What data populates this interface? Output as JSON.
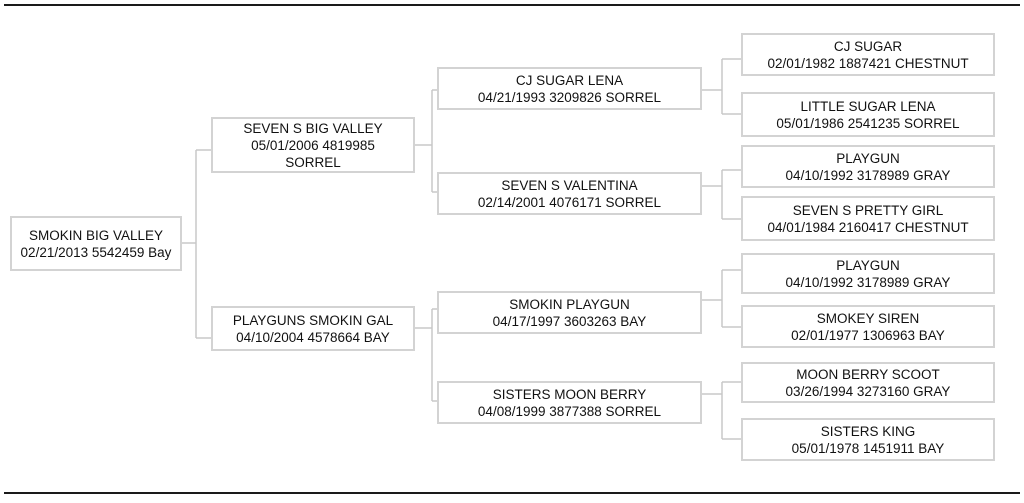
{
  "pedigree": {
    "subject": {
      "name": "SMOKIN BIG VALLEY",
      "info": "02/21/2013 5542459 Bay"
    },
    "sire": {
      "name": "SEVEN S BIG VALLEY",
      "info": "05/01/2006 4819985",
      "color": "SORREL"
    },
    "dam": {
      "name": "PLAYGUNS SMOKIN GAL",
      "info": "04/10/2004 4578664 BAY"
    },
    "sire_sire": {
      "name": "CJ SUGAR LENA",
      "info": "04/21/1993 3209826 SORREL"
    },
    "sire_dam": {
      "name": "SEVEN S VALENTINA",
      "info": "02/14/2001 4076171 SORREL"
    },
    "dam_sire": {
      "name": "SMOKIN PLAYGUN",
      "info": "04/17/1997 3603263 BAY"
    },
    "dam_dam": {
      "name": "SISTERS MOON BERRY",
      "info": "04/08/1999 3877388 SORREL"
    },
    "ss_sire": {
      "name": "CJ SUGAR",
      "info": "02/01/1982 1887421 CHESTNUT"
    },
    "ss_dam": {
      "name": "LITTLE SUGAR LENA",
      "info": "05/01/1986 2541235 SORREL"
    },
    "sd_sire": {
      "name": "PLAYGUN",
      "info": "04/10/1992 3178989 GRAY"
    },
    "sd_dam": {
      "name": "SEVEN S PRETTY GIRL",
      "info": "04/01/1984 2160417 CHESTNUT"
    },
    "ds_sire": {
      "name": "PLAYGUN",
      "info": "04/10/1992 3178989 GRAY"
    },
    "ds_dam": {
      "name": "SMOKEY SIREN",
      "info": "02/01/1977 1306963 BAY"
    },
    "dd_sire": {
      "name": "MOON BERRY SCOOT",
      "info": "03/26/1994 3273160 GRAY"
    },
    "dd_dam": {
      "name": "SISTERS KING",
      "info": "05/01/1978 1451911 BAY"
    }
  },
  "line_color": "#c8c8c8",
  "box_border_color": "#d3d3d3"
}
